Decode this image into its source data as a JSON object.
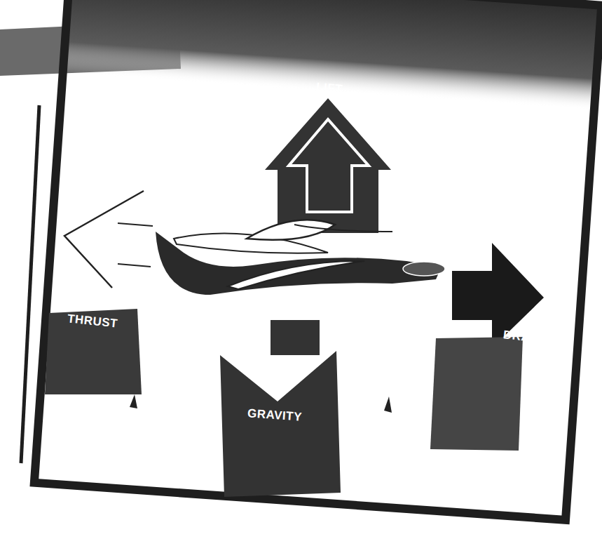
{
  "diagram": {
    "labels": [
      "LIFT",
      "THRUST",
      "DRAG",
      "GRAVITY"
    ]
  }
}
